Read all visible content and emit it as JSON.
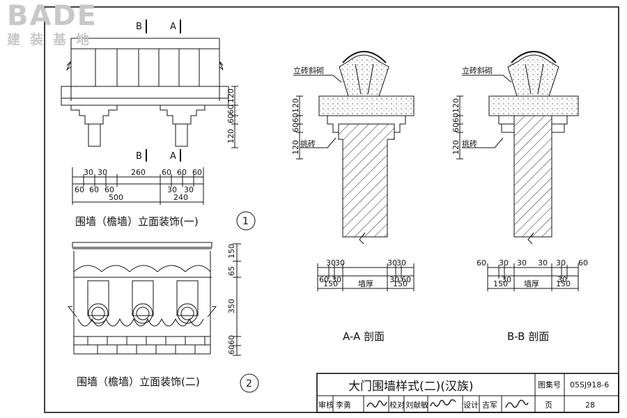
{
  "logo": {
    "mark": "BADE",
    "subtitle": "建装基地"
  },
  "figure1": {
    "title": "围墙（檐墙）立面装饰(一)",
    "number": "1",
    "cut_b": "B",
    "cut_a": "A",
    "vdims": [
      "120",
      "60",
      "60",
      "120"
    ],
    "dims_top": [
      "30",
      "30",
      "260",
      "60",
      "60",
      "60"
    ],
    "dims_mid": [
      "60",
      "60",
      "60",
      "30",
      "30"
    ],
    "dims_bottom": [
      "500",
      "240"
    ]
  },
  "figure2": {
    "title": "围墙（檐墙）立面装饰(二)",
    "number": "2",
    "vdims": [
      "150",
      "65",
      "350",
      "60",
      "60"
    ]
  },
  "section_aa": {
    "title": "A-A 剖面",
    "brick_label": "立砖斜砌",
    "corbel_label": "挑砖",
    "vdims": [
      "120",
      "60",
      "60",
      "120"
    ],
    "dims_top": [
      "30",
      "30",
      "30",
      "30"
    ],
    "dims_mid": [
      "60",
      "30",
      "30",
      "60"
    ],
    "dims_bottom": [
      "150",
      "墙厚",
      "150"
    ]
  },
  "section_bb": {
    "title": "B-B 剖面",
    "brick_label": "立砖斜砌",
    "corbel_label": "挑砖",
    "vdims": [
      "120",
      "60",
      "60",
      "120"
    ],
    "dims_top": [
      "60",
      "30",
      "30",
      "30",
      "30",
      "60"
    ],
    "dims_mid": [
      "30",
      "30"
    ],
    "dims_bottom": [
      "150",
      "墙厚",
      "150"
    ]
  },
  "title_block": {
    "title": "大门围墙样式(二)(汉族)",
    "atlas_label": "图集号",
    "atlas_no": "05SJ918-6",
    "review_label": "审核",
    "review_name": "李勇",
    "check_label": "校对",
    "check_name": "刘献敏",
    "design_label": "设计",
    "design_name": "吉军",
    "page_label": "页",
    "page_no": "28"
  }
}
